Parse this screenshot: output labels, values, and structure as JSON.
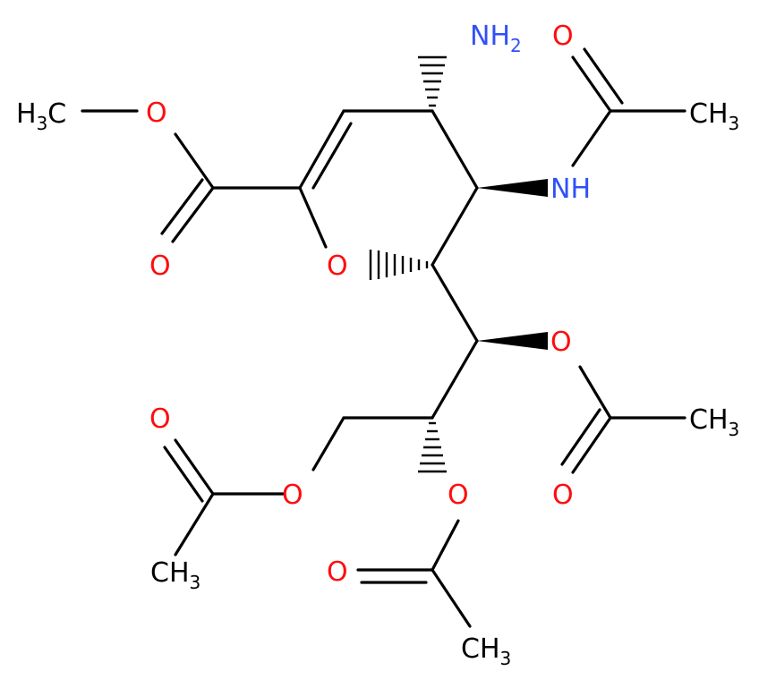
{
  "colors": {
    "bond": "#000000",
    "oxygen": "#ff0d0d",
    "nitrogen": "#3050f8",
    "carbon": "#000000"
  },
  "atoms": {
    "nh2": "NH2",
    "nh": "NH",
    "ch3_methyl": "H3C",
    "o_ester": "O",
    "o_carbonyl": "O",
    "o_ring": "O",
    "o_amide": "O",
    "ch3_amide": "CH3",
    "o_acetoxy1": "O",
    "o_acetoxy1_carbonyl": "O",
    "ch3_acetoxy1": "CH3",
    "o_acetoxy2": "O",
    "o_acetoxy2_carbonyl": "O",
    "ch3_acetoxy2": "CH3",
    "o_acetoxy3": "O",
    "o_acetoxy3_carbonyl": "O",
    "ch3_acetoxy3": "CH3"
  }
}
